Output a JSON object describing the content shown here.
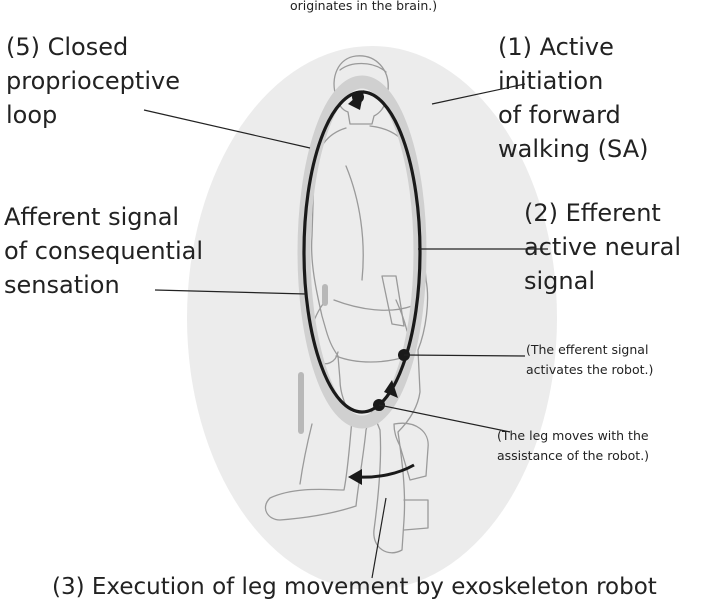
{
  "labels": {
    "top_note": "originates in the brain.)",
    "step5": "(5) Closed\nproprioceptive\nloop",
    "step1": "(1) Active initiation\nof forward\nwalking (SA)",
    "afferent": "Afferent signal\nof consequential\nsensation",
    "step2": "(2) Efferent\nactive neural\nsignal",
    "efferent_note": "(The efferent signal\nactivates the robot.)",
    "leg_note": "(The leg moves with the\nassistance of the robot.)",
    "step3": "(3) Execution of leg movement by exoskeleton robot"
  },
  "colors": {
    "background_ellipse": "#ececec",
    "loop_halo": "#d0d0d0",
    "loop_line": "#1a1a1a",
    "figure_outline": "#9a9a9a",
    "text": "#222222"
  }
}
